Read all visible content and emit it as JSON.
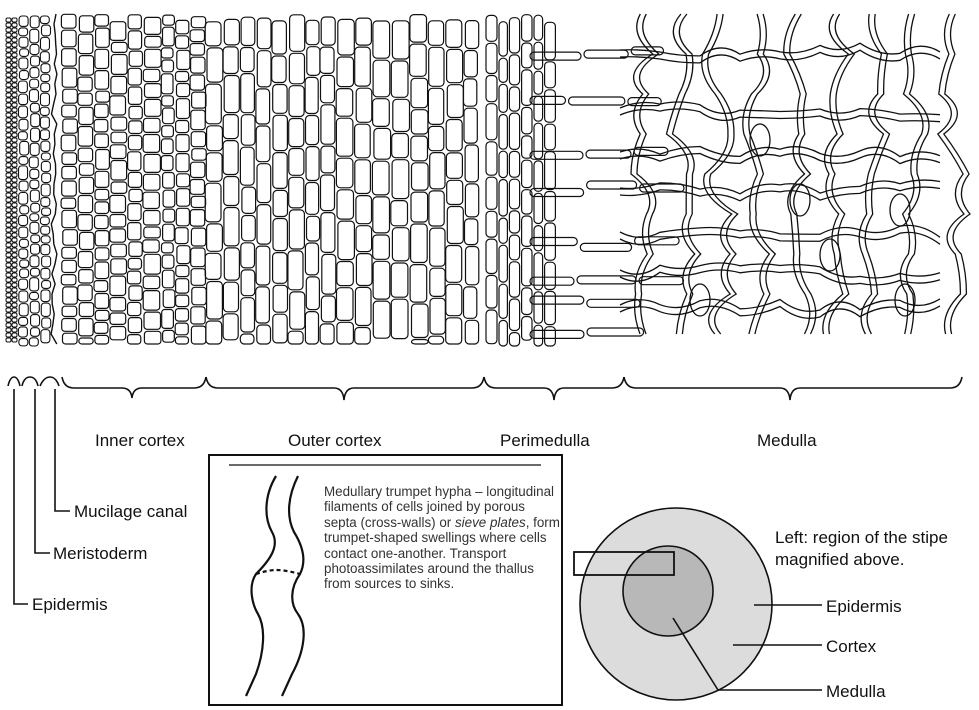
{
  "zones": {
    "inner_cortex": "Inner cortex",
    "outer_cortex": "Outer cortex",
    "perimedulla": "Perimedulla",
    "medulla": "Medulla"
  },
  "outer_layers": {
    "mucilage_canal": "Mucilage canal",
    "meristoderm": "Meristoderm",
    "epidermis": "Epidermis"
  },
  "inset": {
    "text_before": "Medullary trumpet hypha – longitudinal filaments of cells joined by porous septa (cross-walls) or ",
    "text_italic": "sieve plates",
    "text_after": ", form trumpet-shaped swellings where cells contact one-another. Transport photoassimilates around the thallus from sources to sinks."
  },
  "cross_section": {
    "caption_line1": "Left: region of the stipe",
    "caption_line2": "magnified above.",
    "epidermis": "Epidermis",
    "cortex": "Cortex",
    "medulla": "Medulla"
  },
  "colors": {
    "outer_disc": "#dcdcdc",
    "inner_disc": "#b8b8b8",
    "line": "#111111"
  }
}
